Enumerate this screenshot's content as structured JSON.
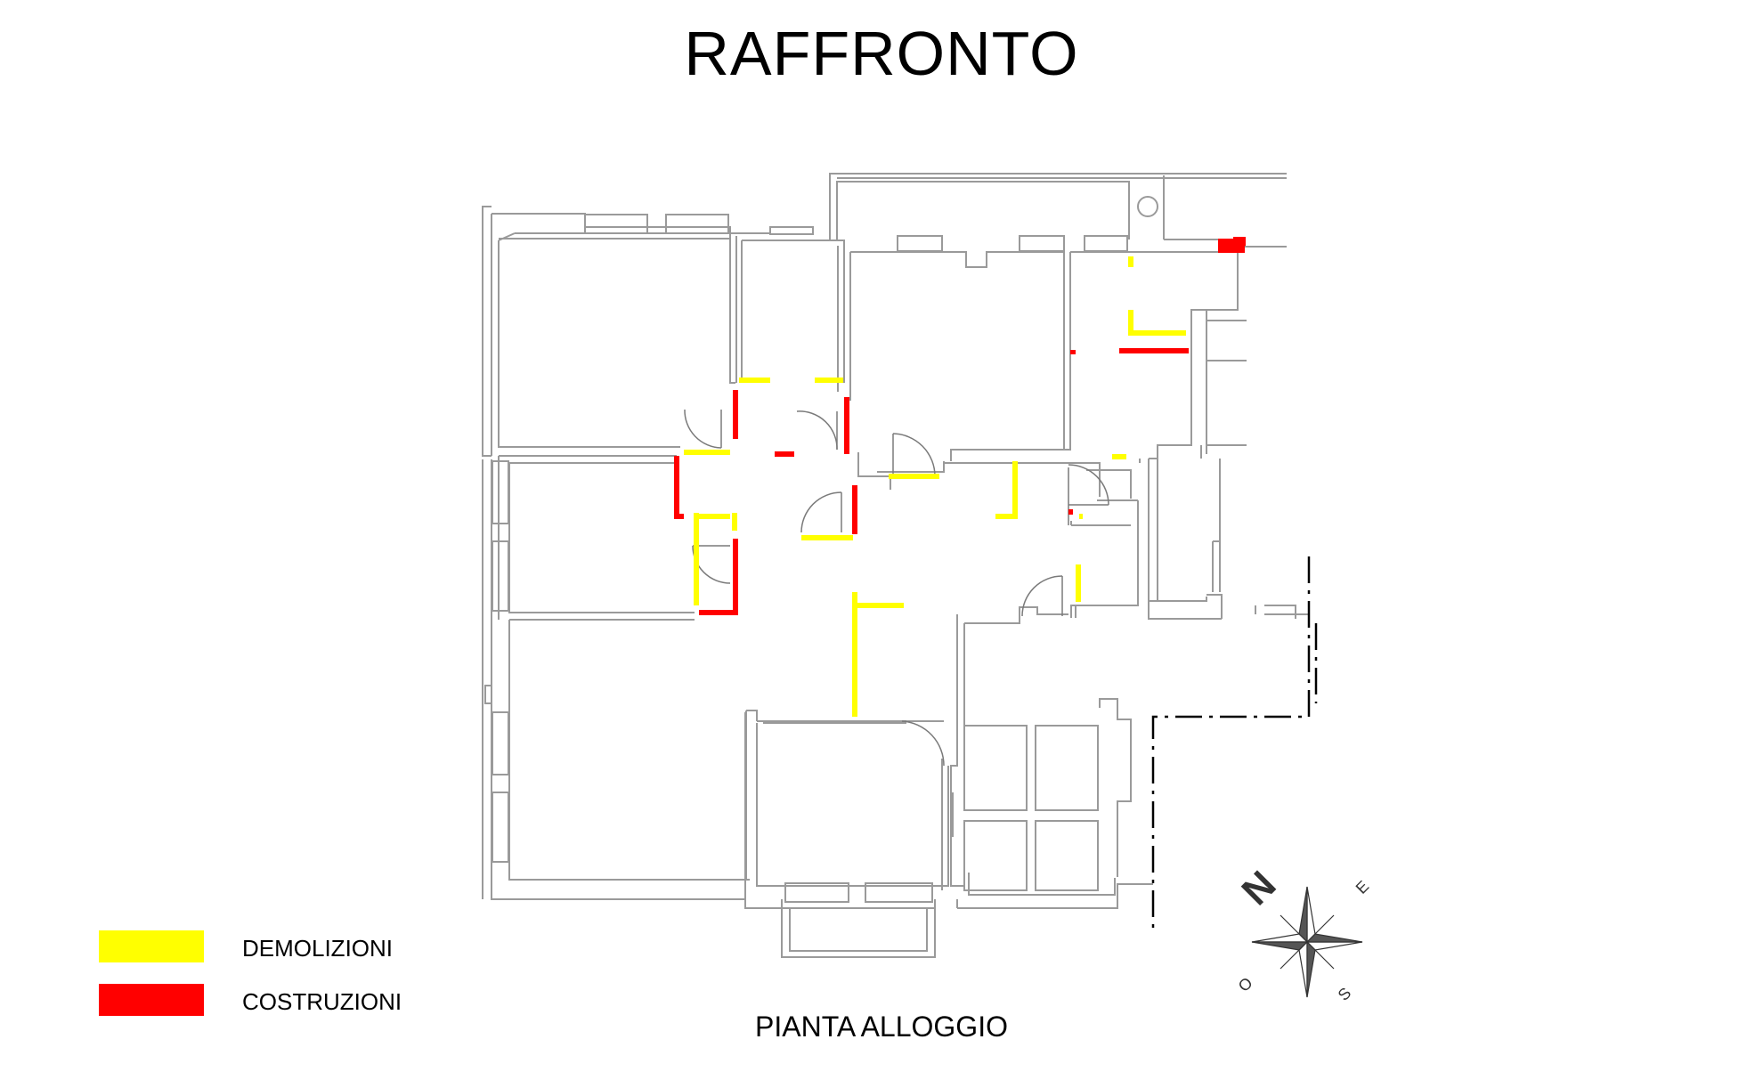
{
  "title": "RAFFRONTO",
  "subtitle": "PIANTA ALLOGGIO",
  "legend": [
    {
      "label": "DEMOLIZIONI",
      "color": "#ffff00"
    },
    {
      "label": "COSTRUZIONI",
      "color": "#ff0000"
    }
  ],
  "compass": {
    "north": "N",
    "east": "E",
    "south": "S",
    "west": "O"
  },
  "colors": {
    "demolition": "#ffff00",
    "construction": "#ff0000",
    "wall": "#9a9a9a",
    "boundary": "#000000"
  }
}
